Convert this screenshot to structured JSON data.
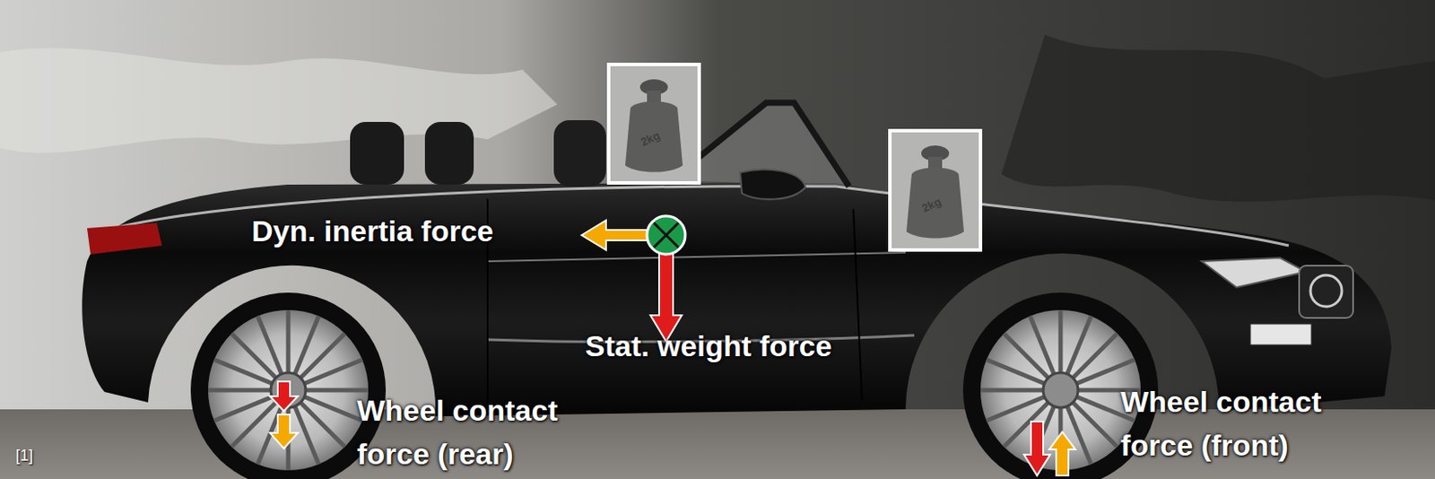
{
  "diagram": {
    "labels": [
      "Dyn. inertia force",
      "Stat. weight force",
      "Wheel contact force (rear)",
      "Wheel contact force (front)",
      "[1]",
      "2kg",
      "2kg"
    ]
  }
}
